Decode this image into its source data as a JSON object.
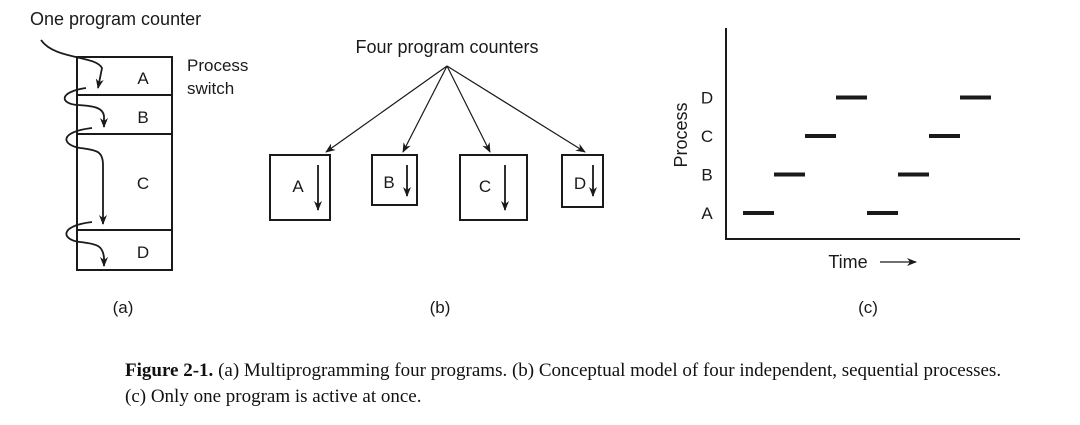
{
  "panel_a": {
    "counter_label": "One program counter",
    "switch_label_1": "Process",
    "switch_label_2": "switch",
    "segments": [
      "A",
      "B",
      "C",
      "D"
    ],
    "caption": "(a)"
  },
  "panel_b": {
    "title": "Four program counters",
    "processes": [
      "A",
      "B",
      "C",
      "D"
    ],
    "caption": "(b)"
  },
  "panel_c": {
    "ylabel": "Process",
    "xlabel": "Time",
    "process_labels": [
      "A",
      "B",
      "C",
      "D"
    ],
    "timeline": [
      {
        "process": "A",
        "start": 0,
        "end": 1
      },
      {
        "process": "B",
        "start": 1,
        "end": 2
      },
      {
        "process": "C",
        "start": 2,
        "end": 3
      },
      {
        "process": "D",
        "start": 3,
        "end": 4
      },
      {
        "process": "A",
        "start": 4,
        "end": 5
      },
      {
        "process": "B",
        "start": 5,
        "end": 6
      },
      {
        "process": "C",
        "start": 6,
        "end": 7
      },
      {
        "process": "D",
        "start": 7,
        "end": 8
      }
    ],
    "caption": "(c)"
  },
  "figure_caption": {
    "label": "Figure 2-1.",
    "text": " (a) Multiprogramming four programs. (b) Conceptual model of four independent, sequential processes. (c) Only one program is active at once."
  }
}
